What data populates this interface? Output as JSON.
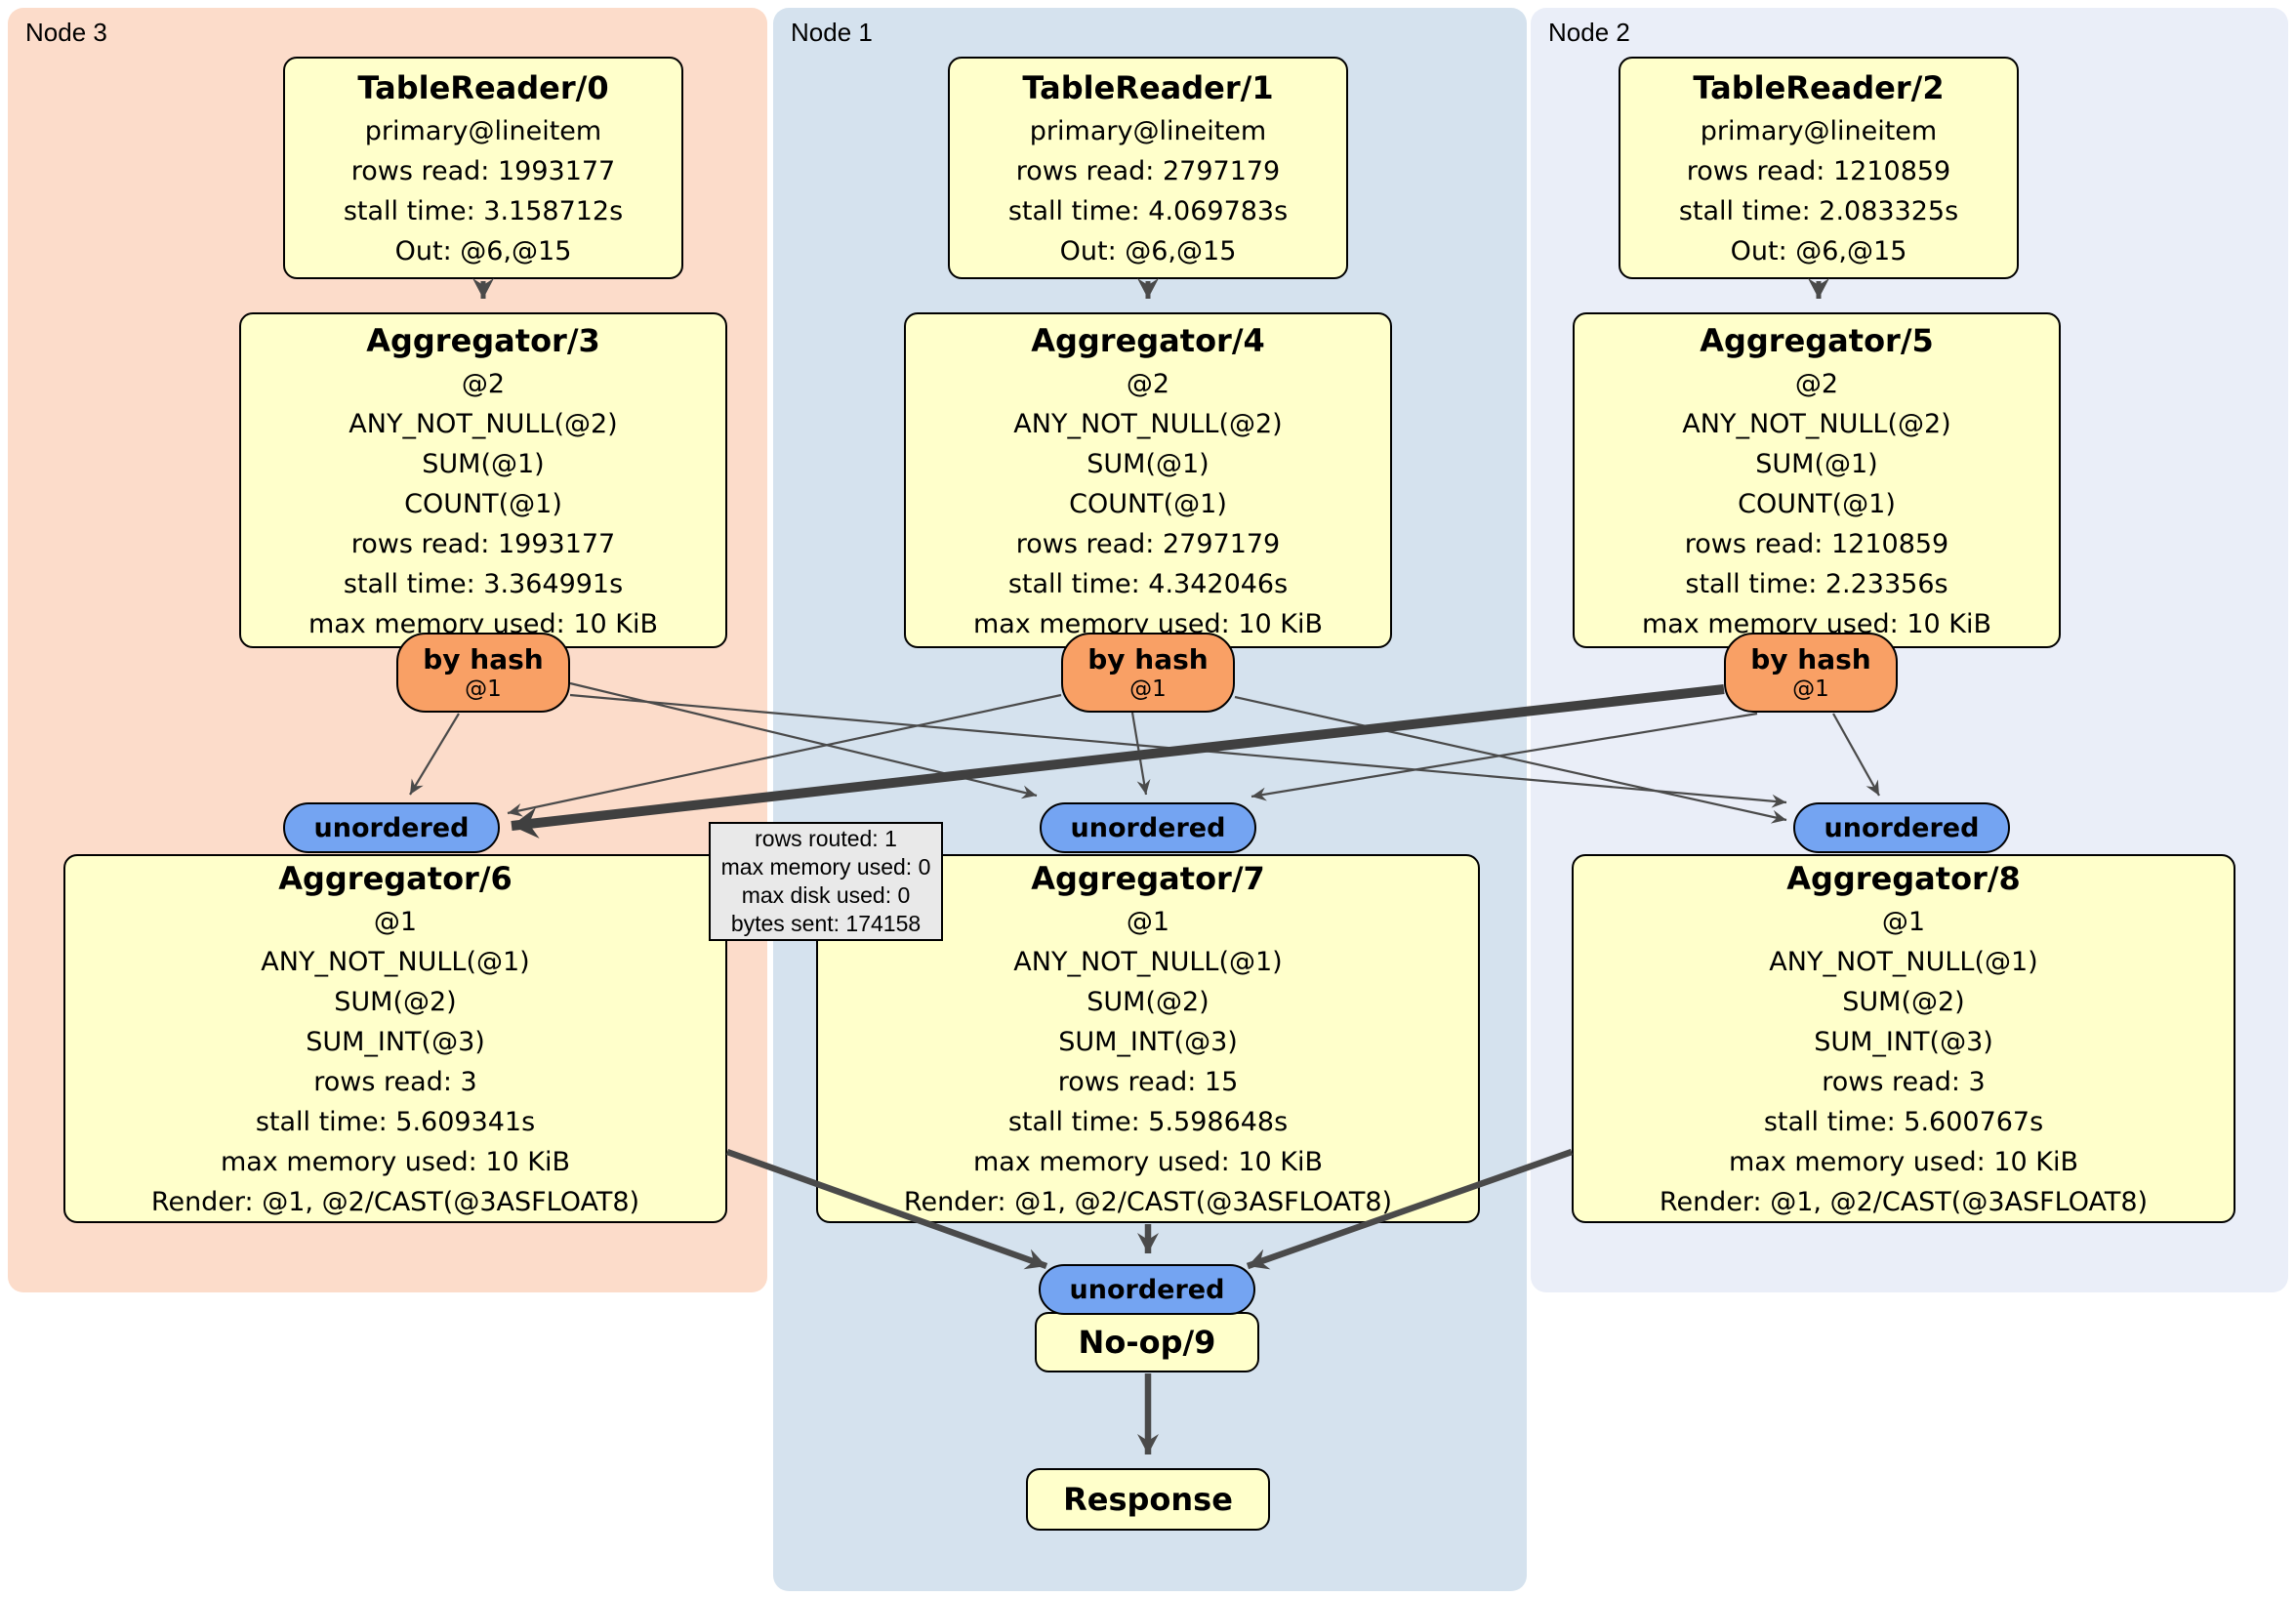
{
  "nodes": {
    "node3": {
      "label": "Node 3"
    },
    "node1": {
      "label": "Node 1"
    },
    "node2": {
      "label": "Node 2"
    }
  },
  "boxes": {
    "tr0": {
      "title": "TableReader/0",
      "lines": [
        "primary@lineitem",
        "rows read: 1993177",
        "stall time: 3.158712s",
        "Out: @6,@15"
      ]
    },
    "tr1": {
      "title": "TableReader/1",
      "lines": [
        "primary@lineitem",
        "rows read: 2797179",
        "stall time: 4.069783s",
        "Out: @6,@15"
      ]
    },
    "tr2": {
      "title": "TableReader/2",
      "lines": [
        "primary@lineitem",
        "rows read: 1210859",
        "stall time: 2.083325s",
        "Out: @6,@15"
      ]
    },
    "agg3": {
      "title": "Aggregator/3",
      "lines": [
        "@2",
        "ANY_NOT_NULL(@2)",
        "SUM(@1)",
        "COUNT(@1)",
        "rows read: 1993177",
        "stall time: 3.364991s",
        "max memory used: 10 KiB"
      ]
    },
    "agg4": {
      "title": "Aggregator/4",
      "lines": [
        "@2",
        "ANY_NOT_NULL(@2)",
        "SUM(@1)",
        "COUNT(@1)",
        "rows read: 2797179",
        "stall time: 4.342046s",
        "max memory used: 10 KiB"
      ]
    },
    "agg5": {
      "title": "Aggregator/5",
      "lines": [
        "@2",
        "ANY_NOT_NULL(@2)",
        "SUM(@1)",
        "COUNT(@1)",
        "rows read: 1210859",
        "stall time: 2.23356s",
        "max memory used: 10 KiB"
      ]
    },
    "agg6": {
      "title": "Aggregator/6",
      "lines": [
        "@1",
        "ANY_NOT_NULL(@1)",
        "SUM(@2)",
        "SUM_INT(@3)",
        "rows read: 3",
        "stall time: 5.609341s",
        "max memory used: 10 KiB",
        "Render: @1, @2/CAST(@3ASFLOAT8)"
      ]
    },
    "agg7": {
      "title": "Aggregator/7",
      "lines": [
        "@1",
        "ANY_NOT_NULL(@1)",
        "SUM(@2)",
        "SUM_INT(@3)",
        "rows read: 15",
        "stall time: 5.598648s",
        "max memory used: 10 KiB",
        "Render: @1, @2/CAST(@3ASFLOAT8)"
      ]
    },
    "agg8": {
      "title": "Aggregator/8",
      "lines": [
        "@1",
        "ANY_NOT_NULL(@1)",
        "SUM(@2)",
        "SUM_INT(@3)",
        "rows read: 3",
        "stall time: 5.600767s",
        "max memory used: 10 KiB",
        "Render: @1, @2/CAST(@3ASFLOAT8)"
      ]
    },
    "noop": {
      "title": "No-op/9"
    },
    "response": {
      "title": "Response"
    }
  },
  "routers": {
    "r3": {
      "label": "by hash",
      "detail": "@1"
    },
    "r4": {
      "label": "by hash",
      "detail": "@1"
    },
    "r5": {
      "label": "by hash",
      "detail": "@1"
    }
  },
  "syncs": {
    "s6": {
      "label": "unordered"
    },
    "s7": {
      "label": "unordered"
    },
    "s8": {
      "label": "unordered"
    },
    "s9": {
      "label": "unordered"
    }
  },
  "tooltip": {
    "lines": [
      "rows routed: 1",
      "max memory used: 0",
      "max disk used: 0",
      "bytes sent: 174158"
    ]
  },
  "colors": {
    "node3_bg": "#fcdcca",
    "node1_bg": "#d5e2ee",
    "node2_bg": "#eaeef8",
    "processor_bg": "#ffffcb",
    "router_bg": "#f9a065",
    "sync_bg": "#74a4f2",
    "edge": "#4a4a4a",
    "tooltip_bg": "#e9e9e9"
  }
}
